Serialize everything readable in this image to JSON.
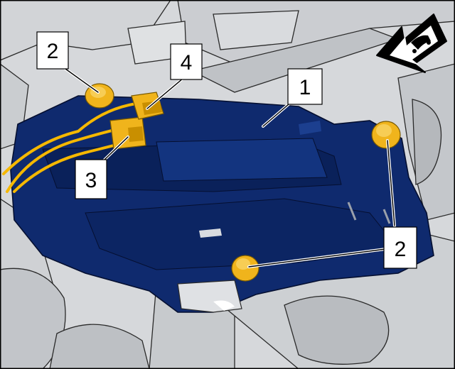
{
  "diagram": {
    "callouts": {
      "c1": "1",
      "c2a": "2",
      "c2b": "2",
      "c3": "3",
      "c4": "4"
    },
    "colors": {
      "component": "#0f2a6e",
      "component_dark": "#07184a",
      "fasteners": "#f0b41c",
      "harness": "#f5b800",
      "surroundings": "#c9ccd0",
      "outline": "#2a2a2a",
      "frame": "#000000"
    },
    "icons": {
      "direction": "vehicle-front-arrow-icon"
    }
  }
}
